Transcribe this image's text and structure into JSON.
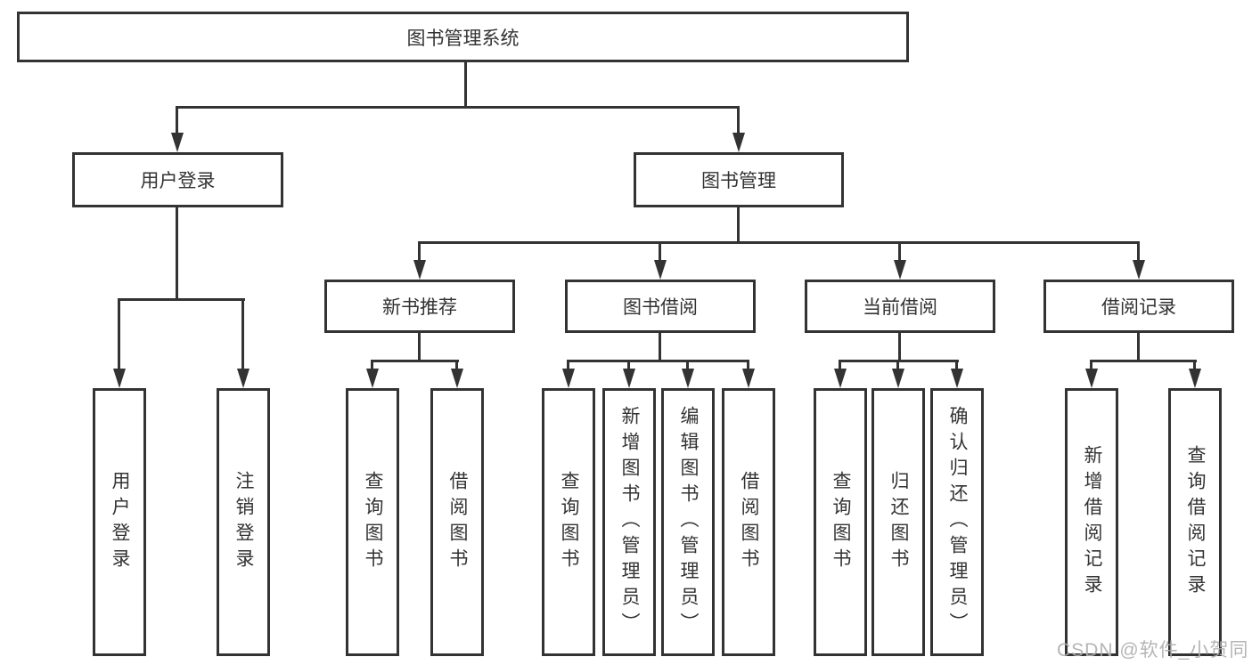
{
  "diagram": {
    "root": {
      "label": "图书管理系统"
    },
    "level2": [
      {
        "label": "用户登录"
      },
      {
        "label": "图书管理"
      }
    ],
    "level3": [
      {
        "label": "新书推荐",
        "parent": "图书管理"
      },
      {
        "label": "图书借阅",
        "parent": "图书管理"
      },
      {
        "label": "当前借阅",
        "parent": "图书管理"
      },
      {
        "label": "借阅记录",
        "parent": "图书管理"
      }
    ],
    "level4": [
      {
        "label": "用户登录",
        "parent": "用户登录"
      },
      {
        "label": "注销登录",
        "parent": "用户登录"
      },
      {
        "label": "查询图书",
        "parent": "新书推荐"
      },
      {
        "label": "借阅图书",
        "parent": "新书推荐"
      },
      {
        "label": "查询图书",
        "parent": "图书借阅"
      },
      {
        "label": "新增图书（管理员）",
        "parent": "图书借阅"
      },
      {
        "label": "编辑图书（管理员）",
        "parent": "图书借阅"
      },
      {
        "label": "借阅图书",
        "parent": "图书借阅"
      },
      {
        "label": "查询图书",
        "parent": "当前借阅"
      },
      {
        "label": "归还图书",
        "parent": "当前借阅"
      },
      {
        "label": "确认归还（管理员）",
        "parent": "当前借阅"
      },
      {
        "label": "新增借阅记录",
        "parent": "借阅记录"
      },
      {
        "label": "查询借阅记录",
        "parent": "借阅记录"
      }
    ],
    "watermark": "CSDN @软件_小贺同学",
    "colors": {
      "line": "#333333",
      "box_background": "#ffffff",
      "text": "#333333",
      "watermark": "#afafaf"
    }
  }
}
